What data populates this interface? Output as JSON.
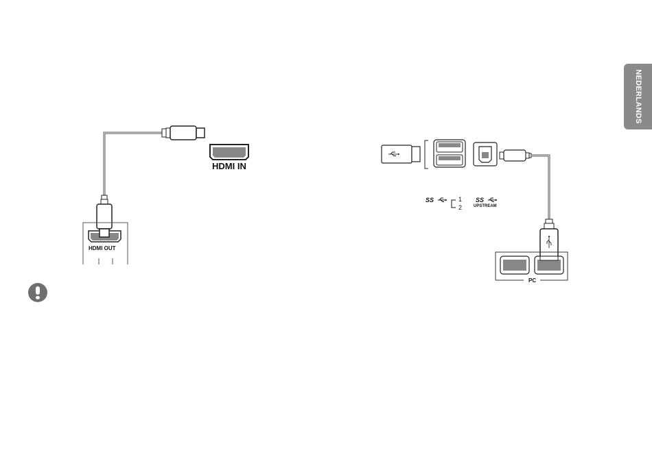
{
  "language_tab": "NEDERLANDS",
  "left_diagram": {
    "hdmi_in_label": "HDMI IN",
    "hdmi_out_label": "HDMI OUT"
  },
  "right_diagram": {
    "ss_logo": "SS",
    "port_numbers": [
      "1",
      "2"
    ],
    "upstream_label": "UPSTREAM",
    "pc_label": "PC"
  },
  "icons": {
    "note": "important-note-icon",
    "usb": "usb-trident-icon"
  },
  "colors": {
    "tab_gray": "#8a8a8a",
    "port_gray": "#888888",
    "cable": "#555555"
  }
}
